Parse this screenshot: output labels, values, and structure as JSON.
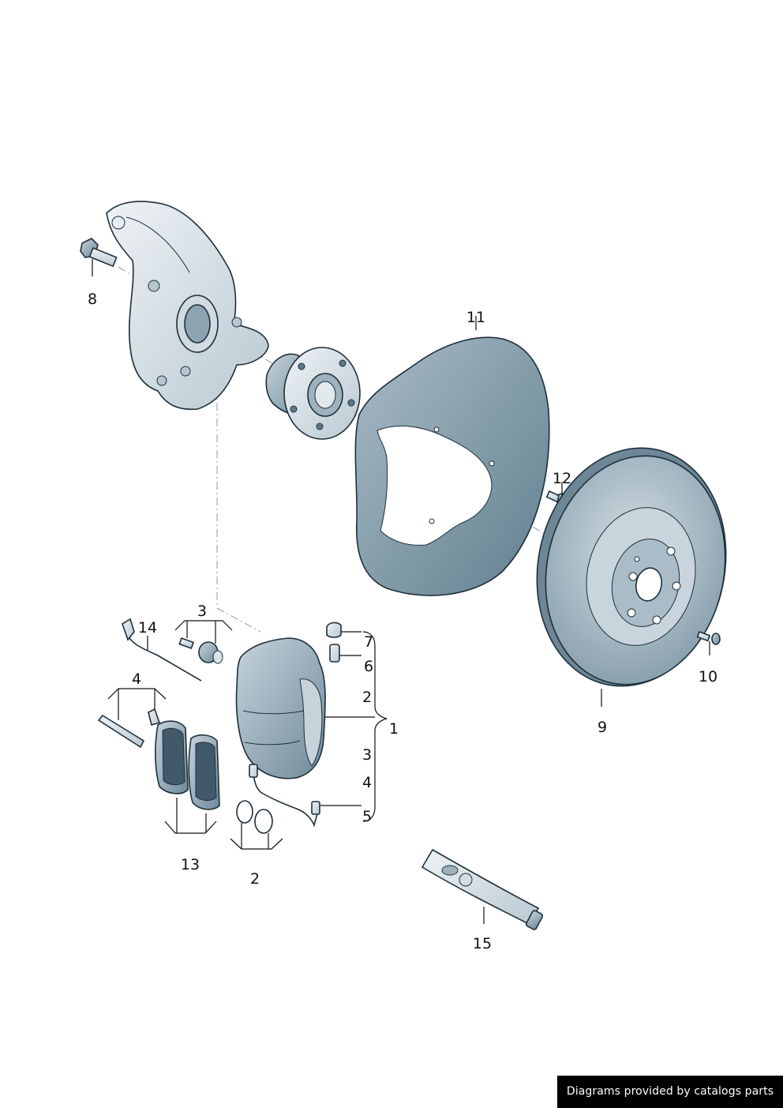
{
  "callouts": {
    "c1": "1",
    "c2a": "2",
    "c2b": "2",
    "c3a": "3",
    "c3b": "3",
    "c4a": "4",
    "c4b": "4",
    "c5": "5",
    "c6": "6",
    "c7": "7",
    "c8": "8",
    "c9": "9",
    "c10": "10",
    "c11": "11",
    "c12": "12",
    "c13": "13",
    "c14": "14",
    "c15": "15"
  },
  "credit": "Diagrams provided by catalogs parts",
  "colors": {
    "part_light": "#dbe3e8",
    "part_mid": "#a9bcc8",
    "part_dark": "#6f8a9b",
    "outline": "#1d2f3b",
    "shield": "#7f98a6",
    "disc": "#9fb4c1"
  }
}
